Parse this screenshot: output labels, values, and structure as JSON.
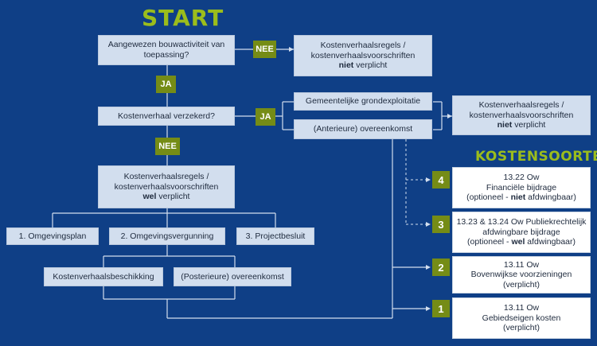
{
  "title": "START",
  "q1": "Aangewezen bouwactiviteit van toepassing?",
  "q2": "Kostenverhaal verzekerd?",
  "nee1": "NEE",
  "ja1": "JA",
  "ja2": "JA",
  "nee2": "NEE",
  "not_required_top": {
    "l1": "Kostenverhaalsregels /",
    "l2": "kostenverhaalsvoorschriften",
    "bold": "niet",
    "rest": " verplicht"
  },
  "not_required_right": {
    "l1": "Kostenverhaalsregels /",
    "l2": "kostenverhaalsvoorschriften",
    "bold": "niet",
    "rest": " verplicht"
  },
  "gemeentelijke": "Gemeentelijke grondexploitatie",
  "anterieure": "(Anterieure) overeenkomst",
  "required": {
    "l1": "Kostenverhaalsregels /",
    "l2": "kostenverhaalsvoorschriften",
    "bold": "wel",
    "rest": " verplicht"
  },
  "instruments": [
    "1. Omgevingsplan",
    "2. Omgevingsvergunning",
    "3. Projectbesluit"
  ],
  "beschikking": "Kostenverhaalsbeschikking",
  "posterieure": "(Posterieure) overeenkomst",
  "kostensoorten_title": "KOSTENSOORTEN",
  "kostensoorten": [
    {
      "num": "4",
      "l1": "13.22 Ow",
      "l2": "Financiële bijdrage",
      "l3a": "(optioneel - ",
      "l3b": "niet",
      "l3c": " afdwingbaar)"
    },
    {
      "num": "3",
      "l1": "13.23 & 13.24 Ow Publiekrechtelijk",
      "l2": "afdwingbare bijdrage",
      "l3a": "(optioneel - ",
      "l3b": "wel",
      "l3c": " afdwingbaar)"
    },
    {
      "num": "2",
      "l1": "13.11 Ow",
      "l2": "Bovenwijkse voorzieningen",
      "l3a": "(verplicht)",
      "l3b": "",
      "l3c": ""
    },
    {
      "num": "1",
      "l1": "13.11 Ow",
      "l2": "Gebiedseigen kosten",
      "l3a": "(verplicht)",
      "l3b": "",
      "l3c": ""
    }
  ]
}
